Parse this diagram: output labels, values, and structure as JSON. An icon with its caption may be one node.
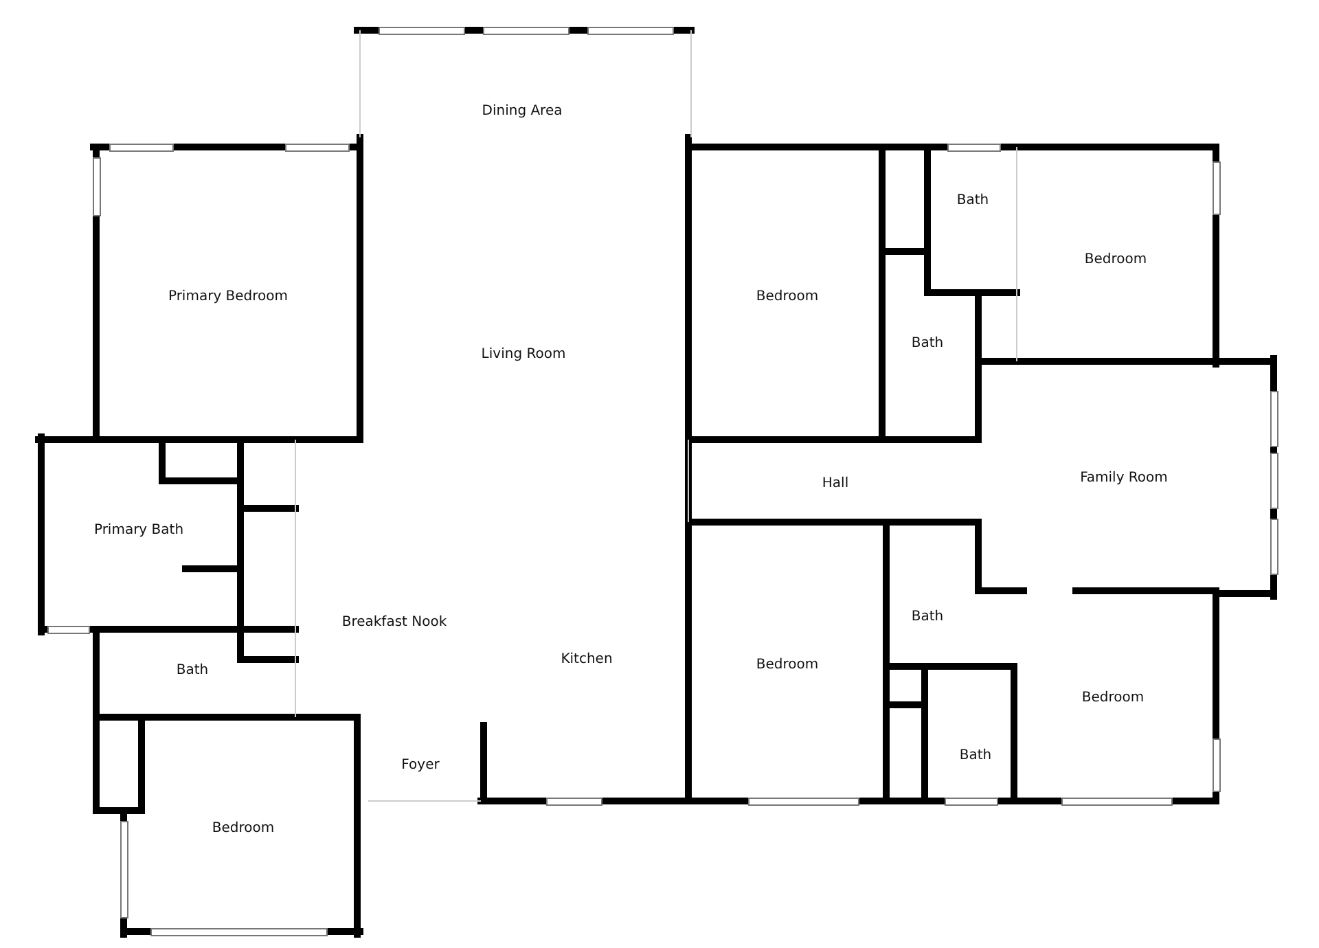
{
  "diagram": {
    "labels": [
      "Dining Area",
      "Primary Bedroom",
      "Bath",
      "Bedroom",
      "Bedroom",
      "Living Room",
      "Bath",
      "Hall",
      "Family Room",
      "Primary Bath",
      "Bath",
      "Breakfast Nook",
      "Kitchen",
      "Bath",
      "Bedroom",
      "Bedroom",
      "Bath",
      "Foyer",
      "Bedroom"
    ]
  }
}
